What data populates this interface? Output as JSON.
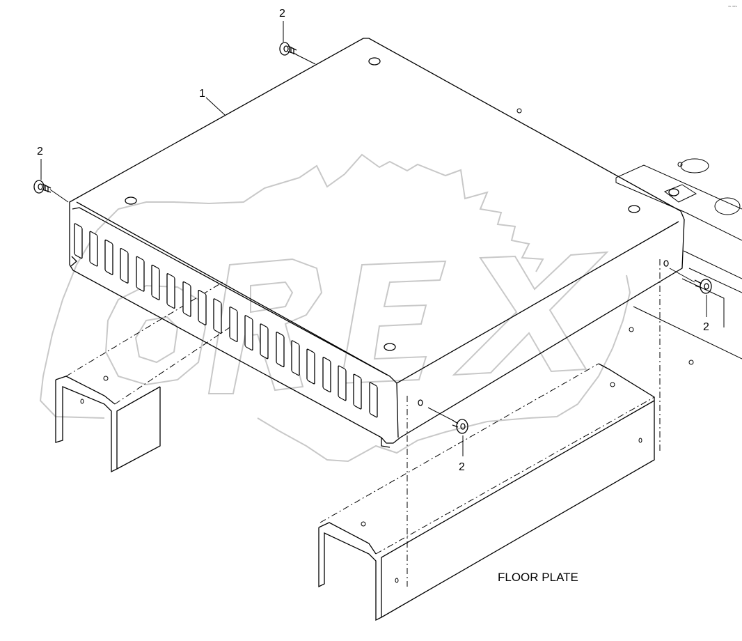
{
  "diagram": {
    "callouts": {
      "part_1": "1",
      "part_2_top": "2",
      "part_2_left": "2",
      "part_2_right": "2",
      "part_2_bottom": "2"
    },
    "floor_plate_label": "FLOOR PLATE",
    "watermark_text": "OREX",
    "corner_mark": "ᵈᵃ ᵈᵃᵗᵃ"
  },
  "colors": {
    "line": "#000000",
    "watermark": "#c8c8c8",
    "background": "#ffffff"
  }
}
